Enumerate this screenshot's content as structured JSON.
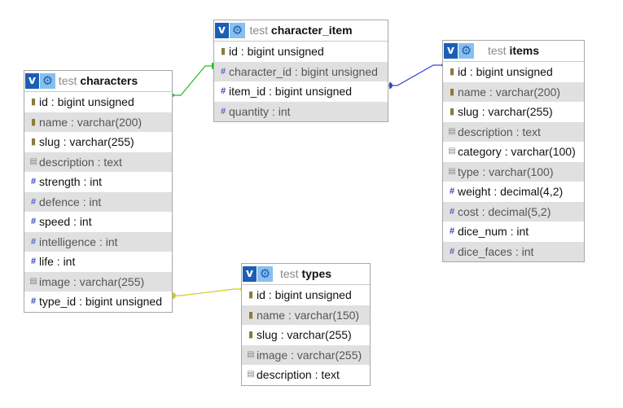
{
  "tables": [
    {
      "id": "characters",
      "db": "test",
      "name": "characters",
      "columns": [
        {
          "label": "id : bigint unsigned",
          "icon": "key-icon"
        },
        {
          "label": "name : varchar(200)",
          "icon": "key-icon"
        },
        {
          "label": "slug : varchar(255)",
          "icon": "key-icon"
        },
        {
          "label": "description : text",
          "icon": "text-icon"
        },
        {
          "label": "strength : int",
          "icon": "number-icon"
        },
        {
          "label": "defence : int",
          "icon": "number-icon"
        },
        {
          "label": "speed : int",
          "icon": "number-icon"
        },
        {
          "label": "intelligence : int",
          "icon": "number-icon"
        },
        {
          "label": "life : int",
          "icon": "number-icon"
        },
        {
          "label": "image : varchar(255)",
          "icon": "text-icon"
        },
        {
          "label": "type_id : bigint unsigned",
          "icon": "number-icon"
        }
      ]
    },
    {
      "id": "character_item",
      "db": "test",
      "name": "character_item",
      "columns": [
        {
          "label": "id : bigint unsigned",
          "icon": "key-icon"
        },
        {
          "label": "character_id : bigint unsigned",
          "icon": "number-icon"
        },
        {
          "label": "item_id : bigint unsigned",
          "icon": "number-icon"
        },
        {
          "label": "quantity : int",
          "icon": "number-icon"
        }
      ]
    },
    {
      "id": "items",
      "db": "test",
      "name": "items",
      "columns": [
        {
          "label": "id : bigint unsigned",
          "icon": "key-icon"
        },
        {
          "label": "name : varchar(200)",
          "icon": "key-icon"
        },
        {
          "label": "slug : varchar(255)",
          "icon": "key-icon"
        },
        {
          "label": "description : text",
          "icon": "text-icon"
        },
        {
          "label": "category : varchar(100)",
          "icon": "text-icon"
        },
        {
          "label": "type : varchar(100)",
          "icon": "text-icon"
        },
        {
          "label": "weight : decimal(4,2)",
          "icon": "number-icon"
        },
        {
          "label": "cost : decimal(5,2)",
          "icon": "number-icon"
        },
        {
          "label": "dice_num : int",
          "icon": "number-icon"
        },
        {
          "label": "dice_faces : int",
          "icon": "number-icon"
        }
      ]
    },
    {
      "id": "types",
      "db": "test",
      "name": "types",
      "columns": [
        {
          "label": "id : bigint unsigned",
          "icon": "key-icon"
        },
        {
          "label": "name : varchar(150)",
          "icon": "key-icon"
        },
        {
          "label": "slug : varchar(255)",
          "icon": "key-icon"
        },
        {
          "label": "image : varchar(255)",
          "icon": "text-icon"
        },
        {
          "label": "description : text",
          "icon": "text-icon"
        }
      ]
    }
  ],
  "relations": [
    {
      "from": "character_item.character_id",
      "to": "characters.id",
      "color": "#22bb22"
    },
    {
      "from": "character_item.item_id",
      "to": "items.id",
      "color": "#3344cc"
    },
    {
      "from": "characters.type_id",
      "to": "types.id",
      "color": "#cccc22"
    }
  ],
  "colors": {
    "toggle_button": "#1b5fb5",
    "gear_button": "#88c0ec",
    "alt_row": "#e0e0e0"
  }
}
